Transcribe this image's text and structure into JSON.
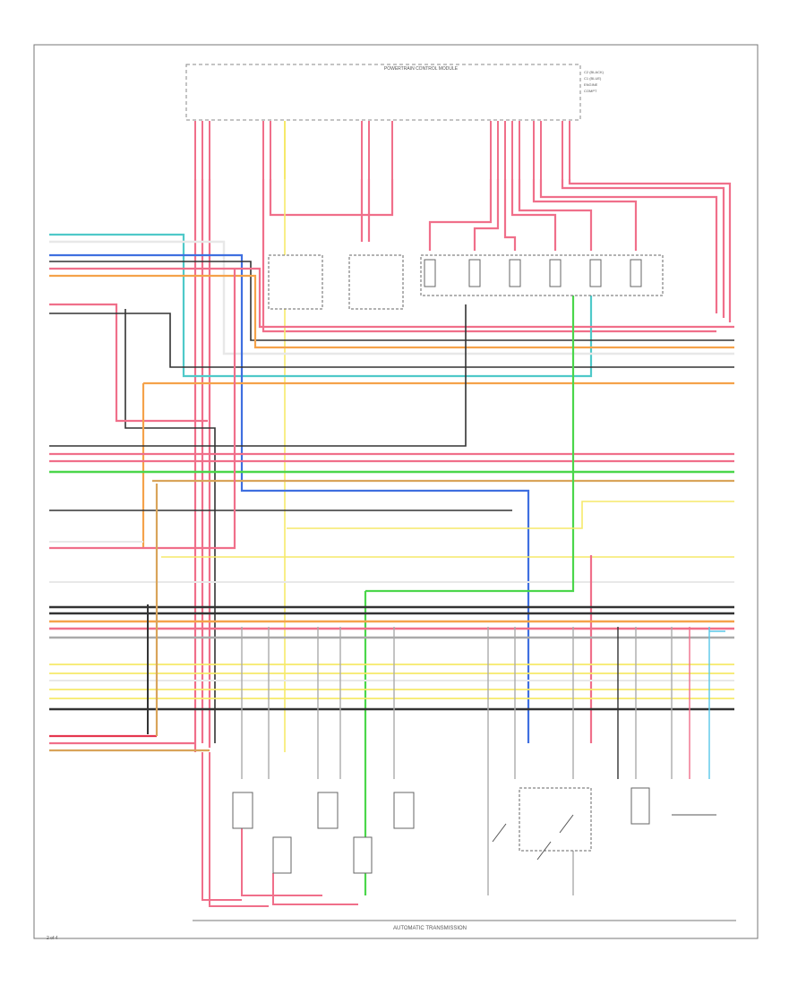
{
  "header": {
    "top_box_label": "POWERTRAIN CONTROL MODULE",
    "top_right_labels": [
      "C2 (BLACK)",
      "C1 (BLUE)",
      "ENGINE",
      "COMPT"
    ]
  },
  "bottom_label": "AUTOMATIC TRANSMISSION",
  "page_number": "2 of 4",
  "colors": {
    "pink": "#f06f8a",
    "red": "#e5374f",
    "orange": "#f5a24a",
    "yellow": "#f6e96a",
    "green": "#4bd64b",
    "blue": "#3f6fe0",
    "gray": "#aaaaaa",
    "black": "#333333",
    "tan": "#d9a45a",
    "teal": "#4fc9c9",
    "white": "#e8e8e8",
    "lightblue": "#58c8e8"
  }
}
